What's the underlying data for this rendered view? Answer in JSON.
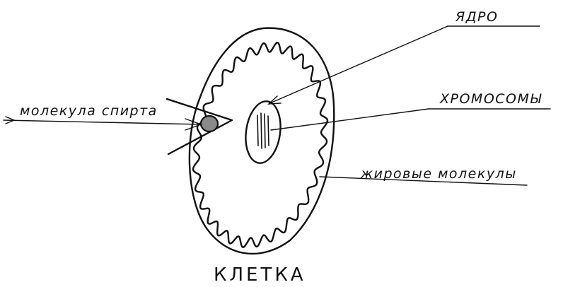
{
  "labels": {
    "nucleus": "ЯДРО",
    "chromosomes": "ХРОМОСОМЫ",
    "fat_molecules": "жировые молекулы",
    "alcohol_molecule": "молекула спирта",
    "cell": "КЛЕТКА"
  }
}
